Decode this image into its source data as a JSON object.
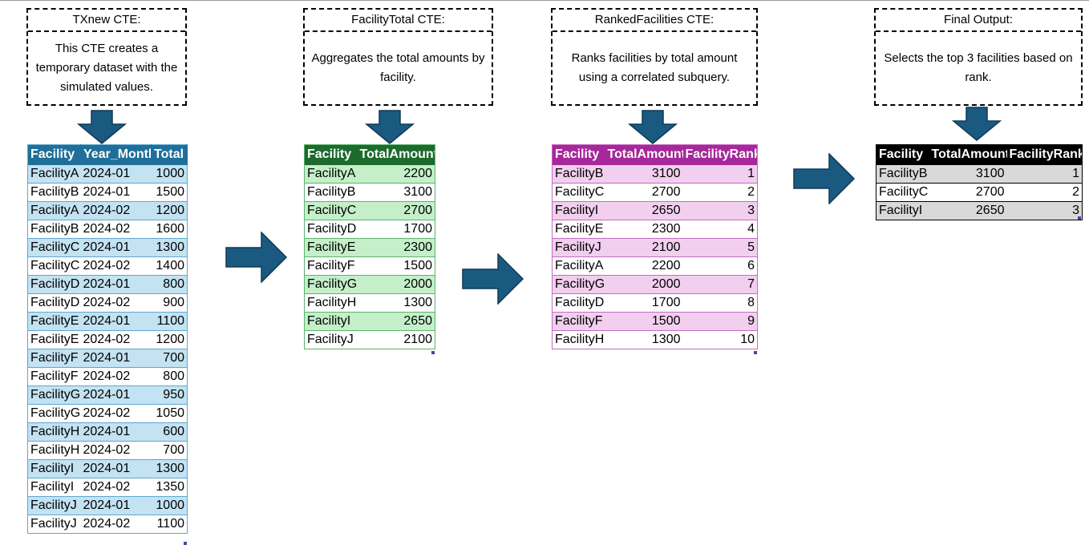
{
  "notes": [
    {
      "title": "TXnew CTE:",
      "body": "This CTE creates a temporary dataset with the simulated values."
    },
    {
      "title": "FacilityTotal CTE:",
      "body": "Aggregates the total amounts by facility."
    },
    {
      "title": "RankedFacilities CTE:",
      "body": "Ranks facilities by total amount using a correlated subquery."
    },
    {
      "title": "Final Output:",
      "body": "Selects the top 3 facilities based on rank."
    }
  ],
  "tables": {
    "txnew": {
      "headers": [
        "Facility",
        "Year_Month",
        "Total"
      ],
      "rows": [
        [
          "FacilityA",
          "2024-01",
          "1000"
        ],
        [
          "FacilityB",
          "2024-01",
          "1500"
        ],
        [
          "FacilityA",
          "2024-02",
          "1200"
        ],
        [
          "FacilityB",
          "2024-02",
          "1600"
        ],
        [
          "FacilityC",
          "2024-01",
          "1300"
        ],
        [
          "FacilityC",
          "2024-02",
          "1400"
        ],
        [
          "FacilityD",
          "2024-01",
          "800"
        ],
        [
          "FacilityD",
          "2024-02",
          "900"
        ],
        [
          "FacilityE",
          "2024-01",
          "1100"
        ],
        [
          "FacilityE",
          "2024-02",
          "1200"
        ],
        [
          "FacilityF",
          "2024-01",
          "700"
        ],
        [
          "FacilityF",
          "2024-02",
          "800"
        ],
        [
          "FacilityG",
          "2024-01",
          "950"
        ],
        [
          "FacilityG",
          "2024-02",
          "1050"
        ],
        [
          "FacilityH",
          "2024-01",
          "600"
        ],
        [
          "FacilityH",
          "2024-02",
          "700"
        ],
        [
          "FacilityI",
          "2024-01",
          "1300"
        ],
        [
          "FacilityI",
          "2024-02",
          "1350"
        ],
        [
          "FacilityJ",
          "2024-01",
          "1000"
        ],
        [
          "FacilityJ",
          "2024-02",
          "1100"
        ]
      ]
    },
    "facility_total": {
      "headers": [
        "Facility",
        "TotalAmount"
      ],
      "rows": [
        [
          "FacilityA",
          "2200"
        ],
        [
          "FacilityB",
          "3100"
        ],
        [
          "FacilityC",
          "2700"
        ],
        [
          "FacilityD",
          "1700"
        ],
        [
          "FacilityE",
          "2300"
        ],
        [
          "FacilityF",
          "1500"
        ],
        [
          "FacilityG",
          "2000"
        ],
        [
          "FacilityH",
          "1300"
        ],
        [
          "FacilityI",
          "2650"
        ],
        [
          "FacilityJ",
          "2100"
        ]
      ]
    },
    "ranked": {
      "headers": [
        "Facility",
        "TotalAmount",
        "FacilityRank"
      ],
      "rows": [
        [
          "FacilityB",
          "3100",
          "1"
        ],
        [
          "FacilityC",
          "2700",
          "2"
        ],
        [
          "FacilityI",
          "2650",
          "3"
        ],
        [
          "FacilityE",
          "2300",
          "4"
        ],
        [
          "FacilityJ",
          "2100",
          "5"
        ],
        [
          "FacilityA",
          "2200",
          "6"
        ],
        [
          "FacilityG",
          "2000",
          "7"
        ],
        [
          "FacilityD",
          "1700",
          "8"
        ],
        [
          "FacilityF",
          "1500",
          "9"
        ],
        [
          "FacilityH",
          "1300",
          "10"
        ]
      ]
    },
    "final": {
      "headers": [
        "Facility",
        "TotalAmount",
        "FacilityRank"
      ],
      "rows": [
        [
          "FacilityB",
          "3100",
          "1"
        ],
        [
          "FacilityC",
          "2700",
          "2"
        ],
        [
          "FacilityI",
          "2650",
          "3"
        ]
      ]
    }
  },
  "colors": {
    "arrow": "#1a5a80",
    "blue_header": "#1f6f9a",
    "green_header": "#1c6b2d",
    "purple_header": "#a6289a",
    "black_header": "#000000"
  }
}
